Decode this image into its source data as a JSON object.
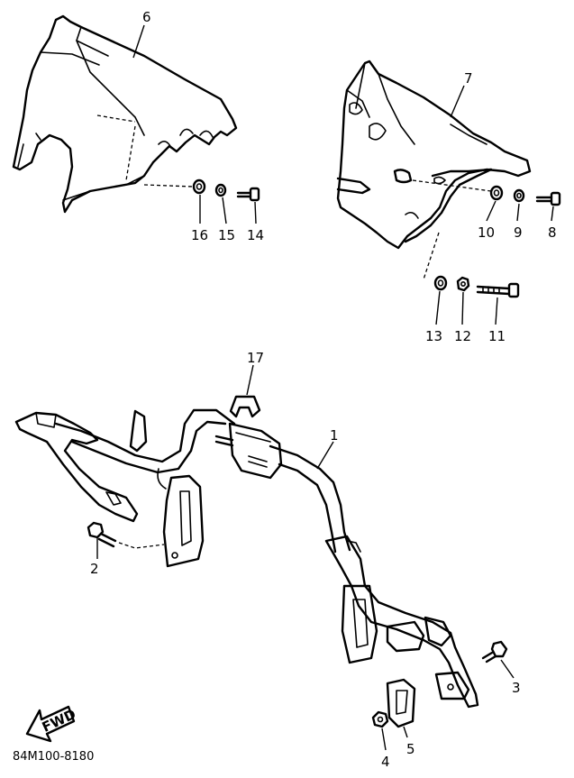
{
  "reference_code": "84M100-8180",
  "fwd_label": "FWD",
  "callouts": {
    "c1": "1",
    "c2": "2",
    "c3": "3",
    "c4": "4",
    "c5": "5",
    "c6": "6",
    "c7": "7",
    "c8": "8",
    "c9": "9",
    "c10": "10",
    "c11": "11",
    "c12": "12",
    "c13": "13",
    "c14": "14",
    "c15": "15",
    "c16": "16",
    "c17": "17"
  },
  "colors": {
    "ink": "#000000",
    "paper": "#ffffff"
  }
}
